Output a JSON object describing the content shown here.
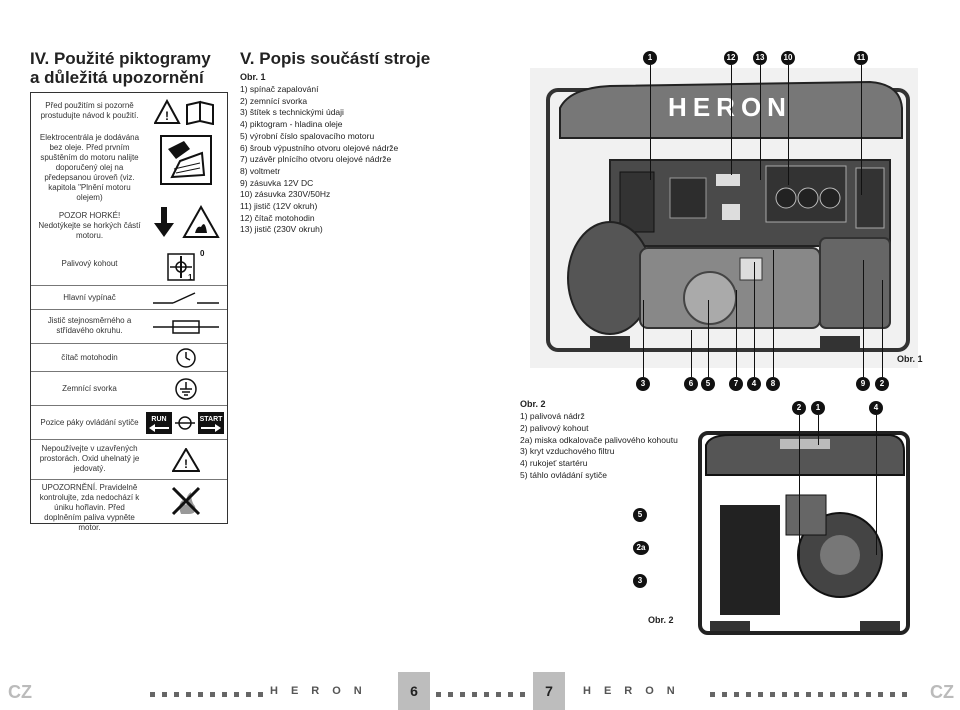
{
  "left_section": {
    "title_line1": "IV. Použité piktogramy",
    "title_line2": "a důležitá upozornění",
    "rows": [
      {
        "text": "Před použitím si pozorně prostudujte návod k použití.",
        "icon": "warning-manual-icon"
      },
      {
        "text": "Elektrocentrála je dodávána bez oleje. Před prvním spuštěním do motoru nalijte doporučený olej na předepsanou úroveň (viz. kapitola \"Plnění motoru olejem)",
        "icon": "oil-fill-icon"
      },
      {
        "text": "POZOR HORKÉ! Nedotýkejte se horkých částí motoru.",
        "icon": "hot-surface-icon"
      },
      {
        "text": "Palivový kohout",
        "icon": "fuel-valve-icon",
        "valve_labels": [
          "0",
          "1"
        ]
      },
      {
        "text": "Hlavní vypínač",
        "icon": "switch-icon"
      },
      {
        "text": "Jistič stejnosměrného a střídavého okruhu.",
        "icon": "fuse-icon"
      },
      {
        "text": "čítač motohodin",
        "icon": "hour-meter-icon"
      },
      {
        "text": "Zemnící svorka",
        "icon": "ground-icon"
      },
      {
        "text": "Pozice páky ovládání sytiče",
        "icon": "choke-icon",
        "choke_labels": [
          "RUN",
          "START"
        ]
      },
      {
        "text": "Nepoužívejte v uzavřených prostorách. Oxid uhelnatý je jedovatý.",
        "icon": "co-warning-icon"
      },
      {
        "text": "UPOZORNĚNÍ. Pravidelně kontrolujte, zda nedochází k úniku hořlavin. Před doplněním paliva vypněte motor.",
        "icon": "no-fire-icon"
      }
    ]
  },
  "middle_section": {
    "title": "V. Popis součástí stroje",
    "fig1_label": "Obr. 1",
    "items": [
      "1)  spínač zapalování",
      "2)  zemnící svorka",
      "3)  štítek s technickými údaji",
      "4)  piktogram - hladina oleje",
      "5)  výrobní číslo spalovacího motoru",
      "6)  šroub výpustního otvoru olejové nádrže",
      "7)  uzávěr plnícího otvoru olejové nádrže",
      "8)  voltmetr",
      "9)  zásuvka 12V DC",
      "10) zásuvka 230V/50Hz",
      "11) jistič (12V okruh)",
      "12) čítač motohodin",
      "13) jistič (230V okruh)"
    ]
  },
  "figure1": {
    "brand": "HERON",
    "callouts_top": [
      "1",
      "12",
      "13",
      "10",
      "11"
    ],
    "callouts_bottom": [
      "3",
      "6",
      "5",
      "7",
      "4",
      "8",
      "9",
      "2"
    ],
    "caption": "Obr. 1"
  },
  "figure2": {
    "title": "Obr. 2",
    "items": [
      "1)  palivová nádrž",
      "2)  palivový kohout",
      "2a) miska odkalovače palivového kohoutu",
      "3)  kryt vzduchového filtru",
      "4)  rukojeť startéru",
      "5)  táhlo ovládání sytiče"
    ],
    "callouts_top": [
      "2",
      "1",
      "4"
    ],
    "callouts_left": [
      "5",
      "2a",
      "3"
    ],
    "caption": "Obr. 2"
  },
  "footer": {
    "left_lang": "CZ",
    "right_lang": "CZ",
    "brand_left": "HERON",
    "brand_right": "HERON",
    "page_left": "6",
    "page_right": "7"
  }
}
